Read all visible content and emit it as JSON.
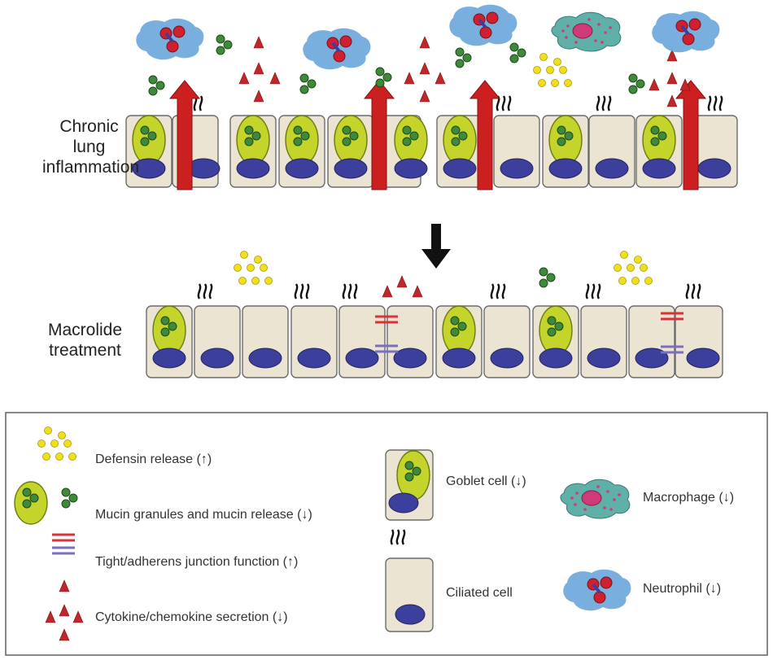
{
  "rows": {
    "chronic": {
      "label_lines": [
        "Chronic",
        "lung",
        "inflammation"
      ]
    },
    "macrolide": {
      "label_lines": [
        "Macrolide",
        "treatment"
      ]
    }
  },
  "legend": {
    "defensin": "Defensin release (↑)",
    "mucin": "Mucin granules and mucin release (↓)",
    "junction": "Tight/adherens junction function (↑)",
    "cytokine": "Cytokine/chemokine secretion (↓)",
    "goblet": "Goblet cell (↓)",
    "ciliated": "Ciliated cell",
    "macrophage": "Macrophage (↓)",
    "neutrophil": "Neutrophil (↓)"
  },
  "colors": {
    "cell_fill": "#ece4d2",
    "cell_stroke": "#6b6b6b",
    "nucleus": "#3d3f9c",
    "goblet": "#c4d42a",
    "mucin_granule": "#3f8a3a",
    "defensin": "#f0e01a",
    "cytokine": "#c0262a",
    "arrow_red": "#cc1f1f",
    "tight_junction": "#d6333a",
    "adherens_junction": "#7a6fc0",
    "neutrophil_cloud": "#6aa6dc",
    "neutrophil_nucleus": "#d02030",
    "macrophage": "#5fb0a8",
    "macrophage_nucleus": "#d03a78"
  },
  "icons": [
    "cilia-icon",
    "goblet-cell-icon",
    "nucleus-icon",
    "mucin-granule-icon",
    "defensin-dot-icon",
    "cytokine-triangle-icon",
    "neutrophil-icon",
    "macrophage-icon",
    "red-up-arrow-icon",
    "black-down-arrow-icon",
    "junction-icon"
  ]
}
